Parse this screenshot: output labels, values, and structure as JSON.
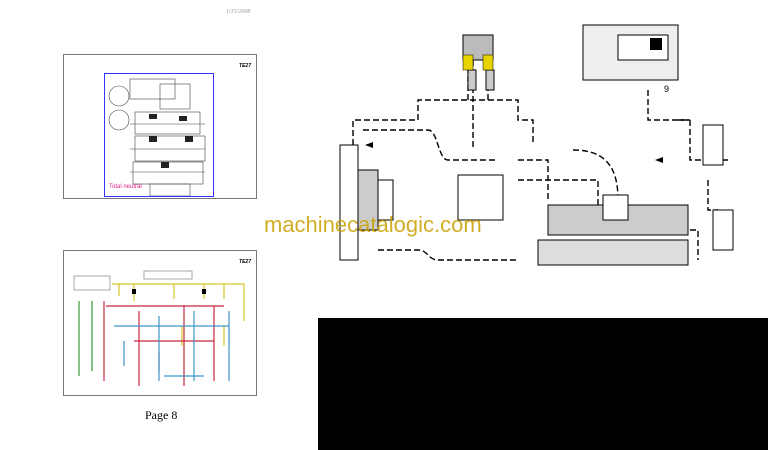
{
  "header": {
    "date": "1/15/2008"
  },
  "slide1": {
    "tag": "TE27",
    "caption": "Total neutral"
  },
  "slide2": {
    "tag": "TE27"
  },
  "page_label": "Page 8",
  "diagram": {
    "callout": "9"
  },
  "watermark": "machinecatalogic.com",
  "colors": {
    "neutral_caption": "#e0208a",
    "frame": "#3333ff",
    "watermark": "#c9a100",
    "hyd_yellow": "#d4c62a",
    "hyd_red": "#c8283c",
    "hyd_blue": "#3c96c8",
    "hyd_green": "#3a9a3a"
  }
}
